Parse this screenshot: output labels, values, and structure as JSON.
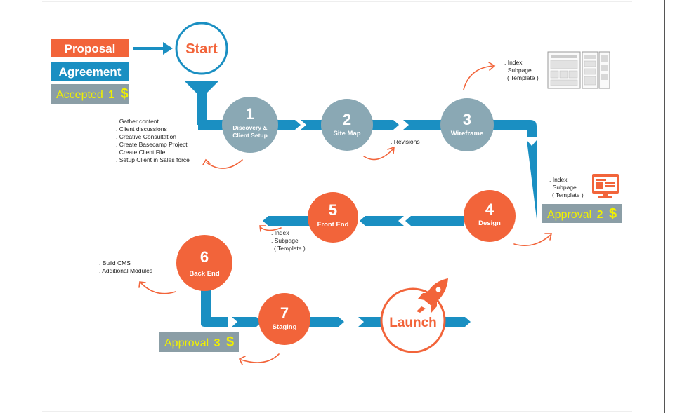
{
  "colors": {
    "blue": "#1a8fc2",
    "orange": "#f2643a",
    "gray": "#8aa8b4",
    "badge_gray": "#8b9ea6",
    "money_yellow": "#f0f000",
    "dark_text": "#222222"
  },
  "badges": {
    "proposal": "Proposal",
    "agreement": "Agreement",
    "accepted": {
      "text": "Accepted",
      "num": "1",
      "sym": "$"
    },
    "approval2": {
      "text": "Approval",
      "num": "2",
      "sym": "$"
    },
    "approval3": {
      "text": "Approval",
      "num": "3",
      "sym": "$"
    }
  },
  "start": "Start",
  "launch": "Launch",
  "steps": [
    {
      "num": "1",
      "line1": "Discovery &",
      "line2": "Client Setup"
    },
    {
      "num": "2",
      "line1": "Site Map",
      "line2": ""
    },
    {
      "num": "3",
      "line1": "Wireframe",
      "line2": ""
    },
    {
      "num": "4",
      "line1": "Design",
      "line2": ""
    },
    {
      "num": "5",
      "line1": "Front End",
      "line2": ""
    },
    {
      "num": "6",
      "line1": "Back End",
      "line2": ""
    },
    {
      "num": "7",
      "line1": "Staging",
      "line2": ""
    }
  ],
  "notes": {
    "discovery": [
      ". Gather content",
      ". Client discussions",
      ". Creative Consultation",
      ". Create Basecamp Project",
      ". Create Client File",
      ". Setup Client in Sales force"
    ],
    "sitemap": [
      ". Revisions"
    ],
    "wireframe": [
      ". Index",
      ". Subpage",
      "( Template )"
    ],
    "design": [
      ". Index",
      ". Subpage",
      "( Template )"
    ],
    "frontend": [
      ". Index",
      ". Subpage",
      "( Template )"
    ],
    "backend": [
      ". Build CMS",
      ". Additional Modules"
    ]
  }
}
